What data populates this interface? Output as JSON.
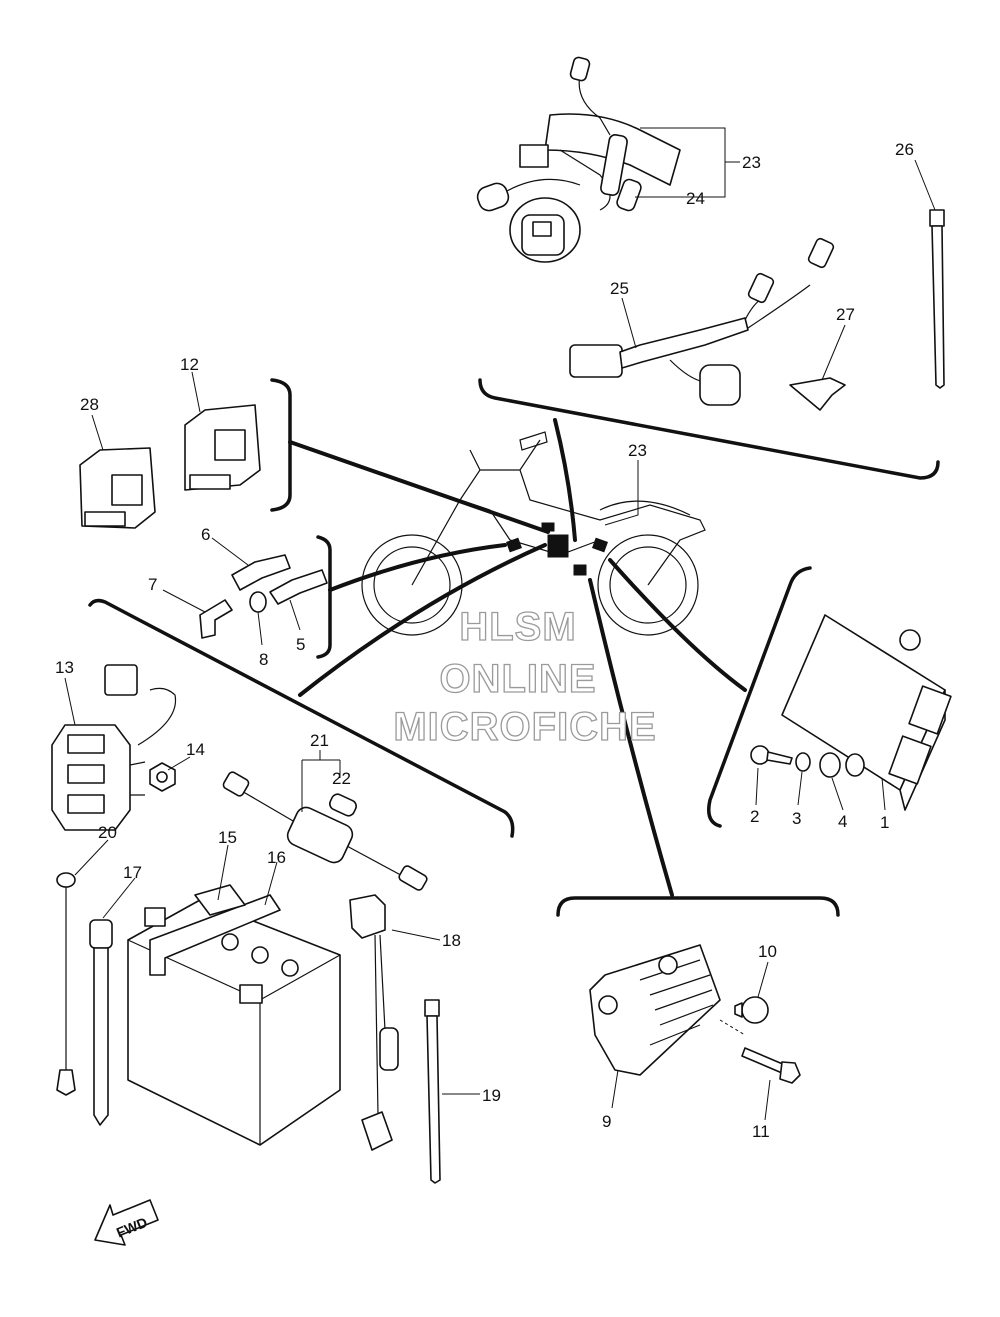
{
  "diagram": {
    "callouts": [
      {
        "id": "c1",
        "label": "1"
      },
      {
        "id": "c2",
        "label": "2"
      },
      {
        "id": "c3",
        "label": "3"
      },
      {
        "id": "c4",
        "label": "4"
      },
      {
        "id": "c5",
        "label": "5"
      },
      {
        "id": "c6",
        "label": "6"
      },
      {
        "id": "c7",
        "label": "7"
      },
      {
        "id": "c8",
        "label": "8"
      },
      {
        "id": "c9",
        "label": "9"
      },
      {
        "id": "c10",
        "label": "10"
      },
      {
        "id": "c11",
        "label": "11"
      },
      {
        "id": "c12",
        "label": "12"
      },
      {
        "id": "c13",
        "label": "13"
      },
      {
        "id": "c14",
        "label": "14"
      },
      {
        "id": "c15",
        "label": "15"
      },
      {
        "id": "c16",
        "label": "16"
      },
      {
        "id": "c17",
        "label": "17"
      },
      {
        "id": "c18",
        "label": "18"
      },
      {
        "id": "c19",
        "label": "19"
      },
      {
        "id": "c20",
        "label": "20"
      },
      {
        "id": "c21",
        "label": "21"
      },
      {
        "id": "c22",
        "label": "22"
      },
      {
        "id": "c23a",
        "label": "23"
      },
      {
        "id": "c23b",
        "label": "23"
      },
      {
        "id": "c24",
        "label": "24"
      },
      {
        "id": "c25",
        "label": "25"
      },
      {
        "id": "c26",
        "label": "26"
      },
      {
        "id": "c27",
        "label": "27"
      },
      {
        "id": "c28",
        "label": "28"
      }
    ],
    "watermark": [
      "HLSM",
      "ONLINE",
      "MICROFICHE"
    ],
    "fwd_label": "FWD"
  }
}
